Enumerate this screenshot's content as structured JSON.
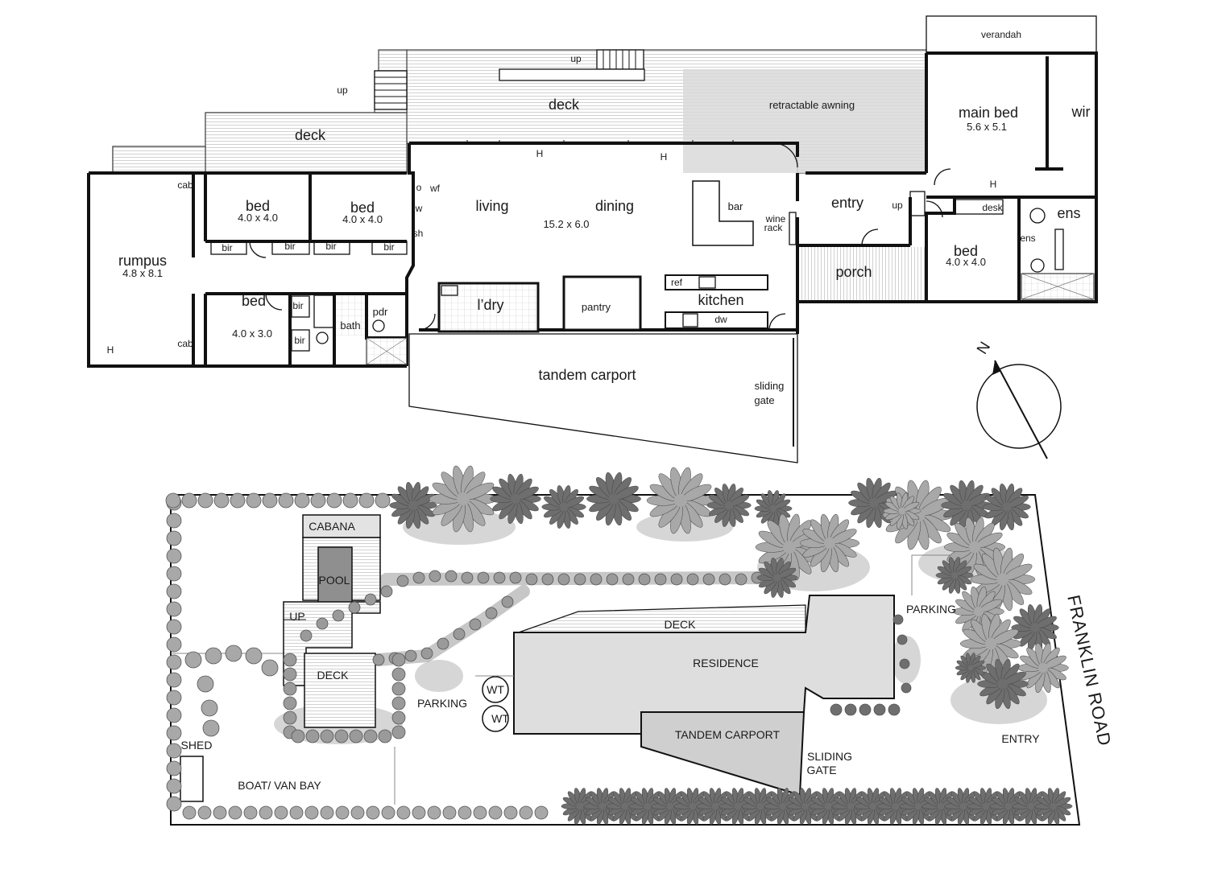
{
  "floor_plan": {
    "labels": {
      "verandah": "verandah",
      "up_top": "up",
      "up_left": "up",
      "deck_main": "deck",
      "deck_left": "deck",
      "retractable_awning": "retractable awning",
      "main_bed": "main bed",
      "main_bed_dim": "5.6 x 5.1",
      "wir": "wir",
      "bed1": "bed",
      "bed1_dim": "4.0 x 4.0",
      "bed2": "bed",
      "bed2_dim": "4.0 x 4.0",
      "cab_top": "cab",
      "cab_bottom": "cab",
      "wf": "wf",
      "w": "w",
      "o": "o",
      "sh": "sh",
      "living": "living",
      "dining": "dining",
      "living_dim": "15.2 x 6.0",
      "bar": "bar",
      "wine_rack_1": "wine",
      "wine_rack_2": "rack",
      "entry": "entry",
      "up_entry": "up",
      "desk": "desk",
      "ens_main": "ens",
      "ens_small": "ens",
      "h1": "H",
      "h2": "H",
      "h3": "H",
      "h4": "H",
      "rumpus": "rumpus",
      "rumpus_dim": "4.8 x 8.1",
      "bir1": "bir",
      "bir2": "bir",
      "bir3": "bir",
      "bir4": "bir",
      "bir5": "bir",
      "bir6": "bir",
      "bed3": "bed",
      "bed3_dim": "4.0 x 3.0",
      "bath": "bath",
      "pdr": "pdr",
      "ldry": "l’dry",
      "pantry": "pantry",
      "ref": "ref",
      "kitchen": "kitchen",
      "dw": "dw",
      "porch": "porch",
      "bed4": "bed",
      "bed4_dim": "4.0 x 4.0",
      "tandem_carport": "tandem carport",
      "sliding_gate_1": "sliding",
      "sliding_gate_2": "gate",
      "north": "N"
    }
  },
  "site_plan": {
    "labels": {
      "cabana": "CABANA",
      "pool": "POOL",
      "up": "UP",
      "deck_pool": "DECK",
      "deck_house": "DECK",
      "residence": "RESIDENCE",
      "parking_left": "PARKING",
      "parking_right": "PARKING",
      "wt1": "WT",
      "wt2": "WT",
      "tandem_carport": "TANDEM CARPORT",
      "sliding_gate_1": "SLIDING",
      "sliding_gate_2": "GATE",
      "shed": "SHED",
      "boat_van_bay": "BOAT/ VAN BAY",
      "entry": "ENTRY",
      "franklin_road": "FRANKLIN ROAD"
    }
  },
  "colors": {
    "walls": "#111111",
    "awning": "#d9d9d9",
    "residence_fill": "#dedede",
    "carport_fill": "#cfcfcf",
    "pool_fill": "#8f8f8f",
    "tree_dark": "#6e6e6e",
    "tree_light": "#a8a8a8",
    "shadow": "#d4d4d4"
  }
}
